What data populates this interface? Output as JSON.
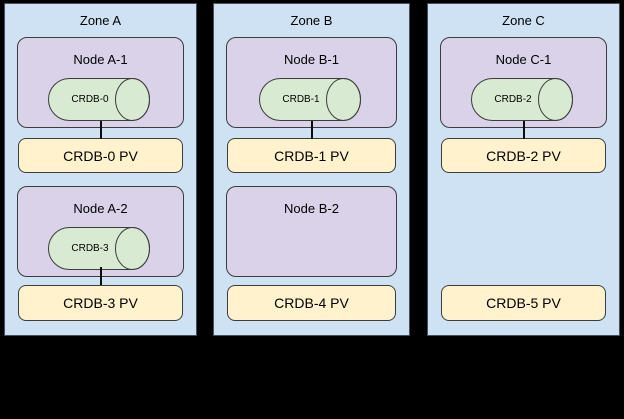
{
  "diagram": {
    "description": "CockroachDB nodes and persistent volumes across availability zones"
  },
  "colors": {
    "canvas_bg": "#000000",
    "zone_fill": "#cfe2f3",
    "node_fill": "#d9d2e9",
    "cylinder_fill": "#d9ead3",
    "pv_fill": "#fff2cc",
    "border": "#3c3c3c"
  },
  "zones": [
    {
      "label": "Zone A",
      "rows": [
        {
          "node": {
            "label": "Node A-1",
            "cylinder": "CRDB-0"
          },
          "pv": "CRDB-0 PV"
        },
        {
          "node": {
            "label": "Node A-2",
            "cylinder": "CRDB-3"
          },
          "pv": "CRDB-3 PV"
        }
      ]
    },
    {
      "label": "Zone B",
      "rows": [
        {
          "node": {
            "label": "Node B-1",
            "cylinder": "CRDB-1"
          },
          "pv": "CRDB-1 PV"
        },
        {
          "node": {
            "label": "Node B-2",
            "cylinder": null
          },
          "pv": "CRDB-4 PV"
        }
      ]
    },
    {
      "label": "Zone C",
      "rows": [
        {
          "node": {
            "label": "Node C-1",
            "cylinder": "CRDB-2"
          },
          "pv": "CRDB-2 PV"
        },
        {
          "node": null,
          "pv": "CRDB-5 PV"
        }
      ]
    }
  ]
}
